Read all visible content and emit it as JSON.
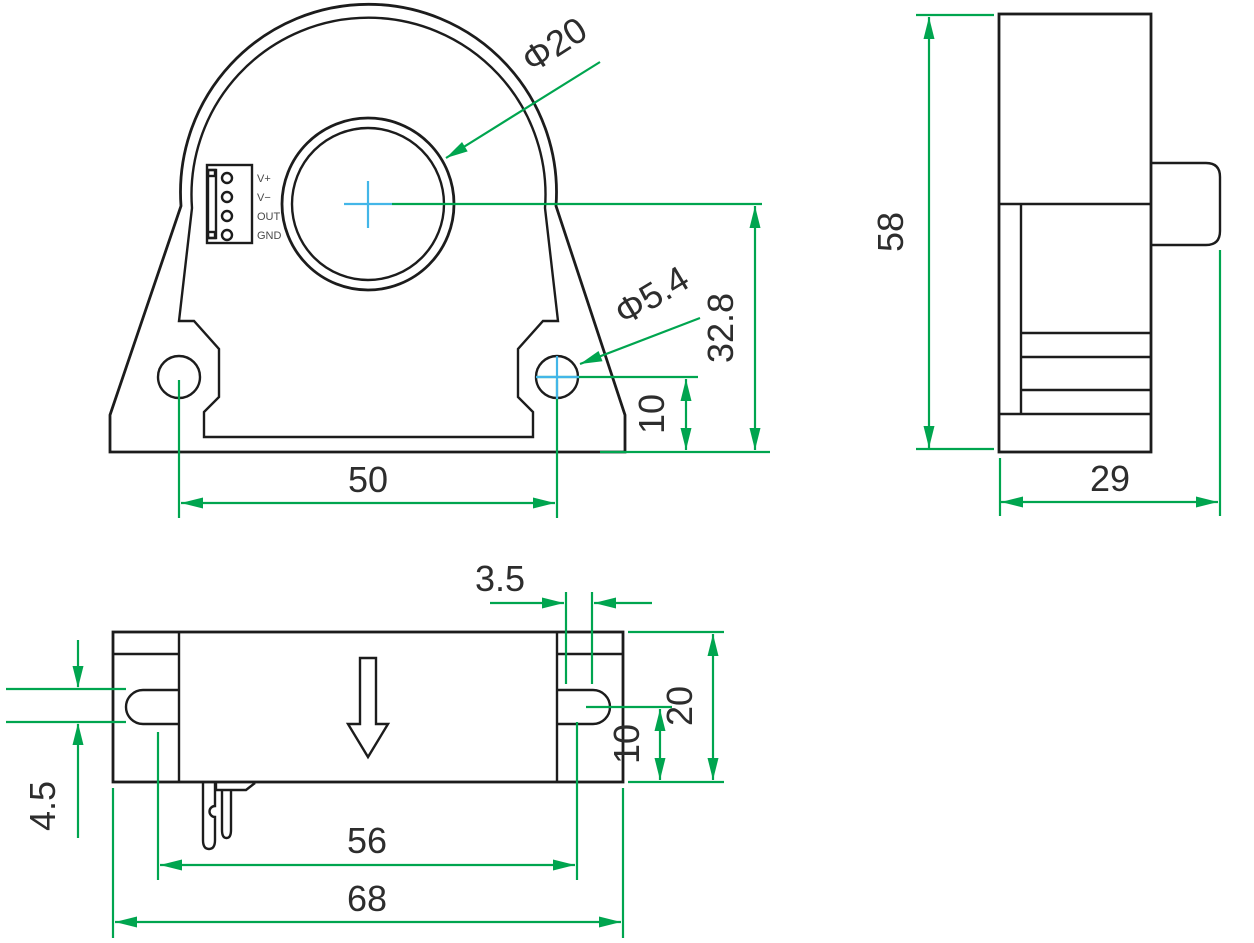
{
  "colors": {
    "outline": "#1c1c1c",
    "dimension_green": "#00a54f",
    "centerline_blue": "#43b6e8",
    "text_dark": "#2d2d2d",
    "background": "#ffffff"
  },
  "front_view": {
    "connector_pins": [
      "V+",
      "V−",
      "OUT",
      "GND"
    ],
    "dims": {
      "center_hole_diameter": "Φ20",
      "mounting_hole_diameter": "Φ5.4",
      "center_to_base": "32.8",
      "mount_hole_to_base": "10",
      "mount_hole_spacing": "50"
    }
  },
  "side_view": {
    "dims": {
      "overall_height": "58",
      "overall_depth": "29"
    }
  },
  "bottom_view": {
    "dims": {
      "slot_end_offset": "3.5",
      "overall_depth": "20",
      "slot_center_to_edge": "10",
      "slot_width": "4.5",
      "inner_span": "56",
      "overall_width": "68"
    }
  }
}
